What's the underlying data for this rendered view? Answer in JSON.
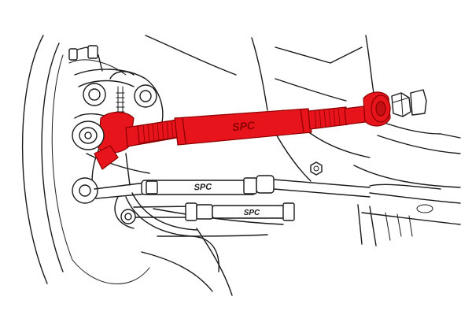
{
  "diagram": {
    "highlight_color": "#e8141b",
    "line_color": "#1a1a1a",
    "background": "#ffffff",
    "logos": {
      "upper_arm": "SPC",
      "middle_link": "SPC",
      "lower_link": "SPC"
    }
  }
}
